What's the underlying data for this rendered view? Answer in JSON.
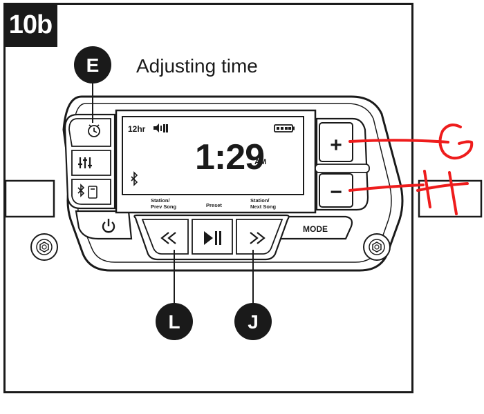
{
  "figure": {
    "step_tag": "10b",
    "heading": "Adjusting time"
  },
  "display": {
    "time_format": "12hr",
    "time": "1:29",
    "meridiem": "AM"
  },
  "labels_under_screen": {
    "left": [
      "Station/",
      "Prev Song"
    ],
    "center": "Preset",
    "right": [
      "Station/",
      "Next Song"
    ]
  },
  "buttons": {
    "plus": "+",
    "minus": "−",
    "mode": "MODE"
  },
  "callouts": {
    "E": "E",
    "L": "L",
    "J": "J"
  },
  "annotations": {
    "G": "G",
    "H": "H",
    "color": "#ee1c1c"
  }
}
